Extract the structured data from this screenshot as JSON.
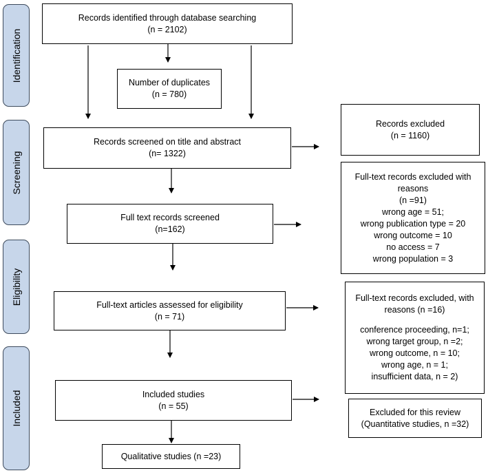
{
  "stages": [
    "Identification",
    "Screening",
    "Eligibility",
    "Included"
  ],
  "identified": {
    "title": "Records identified through database searching",
    "count": "(n = 2102)"
  },
  "duplicates": {
    "title": "Number of duplicates",
    "count": "(n = 780)"
  },
  "screened": {
    "title": "Records screened on title and abstract",
    "count": "(n= 1322)"
  },
  "records_excluded": {
    "title": "Records excluded",
    "count": "(n = 1160)"
  },
  "fulltext_screened": {
    "title": "Full text records screened",
    "count": "(n=162)"
  },
  "fulltext_excluded": {
    "title_line1": "Full-text records excluded with",
    "title_line2": "reasons",
    "count": "(n =91)",
    "reasons": [
      "wrong age = 51;",
      "wrong publication type = 20",
      "wrong outcome = 10",
      "no access = 7",
      "wrong population = 3"
    ]
  },
  "eligibility": {
    "title": "Full-text articles assessed for eligibility",
    "count": "(n = 71)"
  },
  "eligibility_excluded": {
    "title_line1": "Full-text records excluded, with",
    "title_line2": "reasons (n =16)",
    "reasons": [
      "conference proceeding, n=1;",
      "wrong target group, n =2;",
      "wrong outcome, n = 10;",
      "wrong age, n = 1;",
      "insufficient data, n = 2)"
    ]
  },
  "included": {
    "title": "Included studies",
    "count": "(n = 55)"
  },
  "review_excluded": {
    "title": "Excluded for this review",
    "count": "(Quantitative studies, n =32)"
  },
  "qualitative": {
    "title": "Qualitative studies (n =23)"
  }
}
